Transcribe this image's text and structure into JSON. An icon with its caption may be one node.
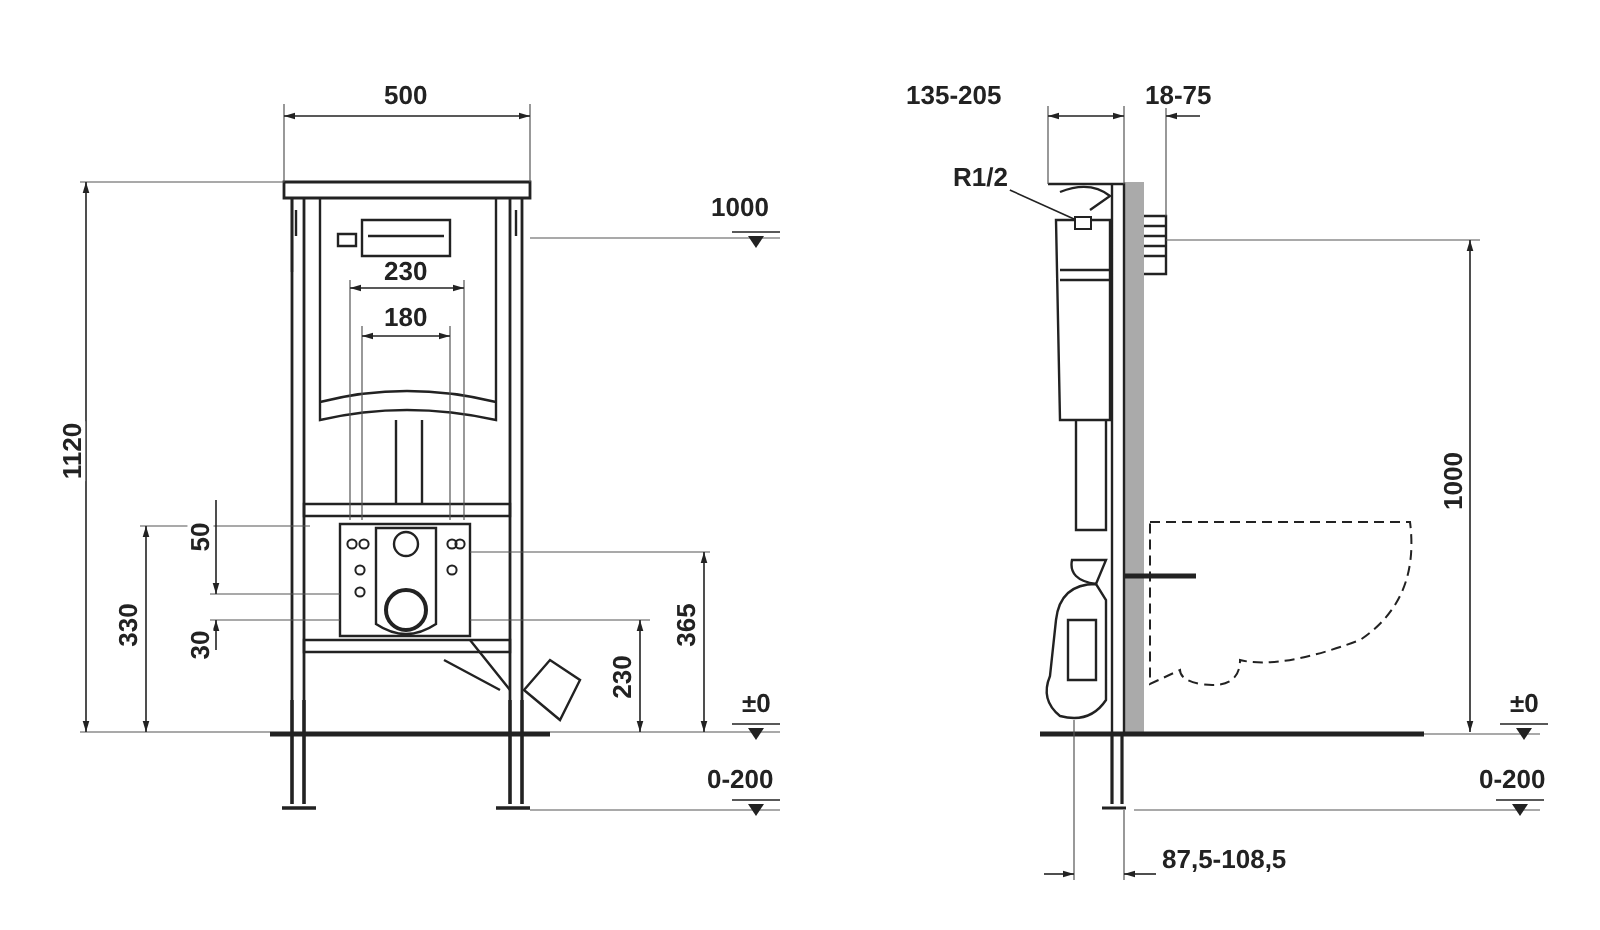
{
  "diagram": {
    "nodes": [
      {
        "text": [
          "R1/2"
        ]
      },
      {
        "text": [],
        "shape": "box"
      }
    ],
    "edges": [
      {
        "from": 0,
        "to": 1,
        "arrow": "none"
      }
    ],
    "labels": [
      "500",
      "1000",
      "135-205",
      "18-75",
      "230",
      "180",
      "1120",
      "1000",
      "50",
      "330",
      "30",
      "365",
      "230",
      "±0",
      "±0",
      "0-200",
      "0-200",
      "87,5-108,5"
    ]
  }
}
